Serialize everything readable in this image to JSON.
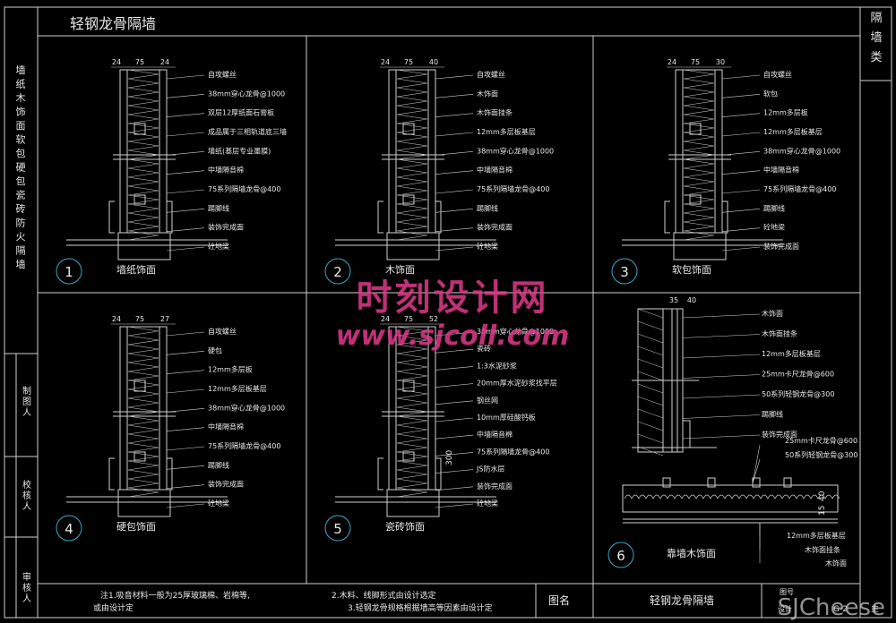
{
  "title": "轻钢龙骨隔墙",
  "category_tab": "隔墙类",
  "side_legend": "墙纸木饰面软包硬包瓷砖防火隔墙",
  "side_labels": [
    "制图人",
    "校核人",
    "审核人"
  ],
  "panels": [
    {
      "num": "1",
      "name": "墙纸饰面",
      "dims": [
        "24",
        "75",
        "24"
      ],
      "labels": [
        "自攻螺丝",
        "38mm穿心龙骨@1000",
        "双层12厚纸面石膏板",
        "成品属于三相轨道底三墙",
        "墙纸(基层专业墨膜)",
        "中墙隔音棉",
        "75系列隔墙龙骨@400",
        "踢脚线",
        "装饰完成面",
        "砼地梁"
      ]
    },
    {
      "num": "2",
      "name": "木饰面",
      "dims": [
        "24",
        "75",
        "40"
      ],
      "labels": [
        "自攻螺丝",
        "木饰面",
        "木饰面挂条",
        "12mm多层板基层",
        "38mm穿心龙骨@1000",
        "中墙隔音棉",
        "75系列隔墙龙骨@400",
        "踢脚线",
        "装饰完成面",
        "砼地梁"
      ]
    },
    {
      "num": "3",
      "name": "软包饰面",
      "dims": [
        "24",
        "75",
        "30"
      ],
      "labels": [
        "自攻螺丝",
        "软包",
        "12mm多层板",
        "12mm多层板基层",
        "38mm穿心龙骨@1000",
        "中墙隔音棉",
        "75系列隔墙龙骨@400",
        "踢脚线",
        "砼地梁",
        "装饰完成面"
      ]
    },
    {
      "num": "4",
      "name": "硬包饰面",
      "dims": [
        "24",
        "75",
        "27"
      ],
      "labels": [
        "自攻螺丝",
        "硬包",
        "12mm多层板",
        "12mm多层板基层",
        "38mm穿心龙骨@1000",
        "中墙隔音棉",
        "75系列隔墙龙骨@400",
        "踢脚线",
        "装饰完成面",
        "砼地梁"
      ]
    },
    {
      "num": "5",
      "name": "瓷砖饰面",
      "dims": [
        "24",
        "75",
        "52"
      ],
      "labels": [
        "38mm穿心龙骨@1000",
        "瓷砖",
        "1:3水泥砂浆",
        "20mm厚水泥砂浆找平层",
        "钢丝网",
        "10mm厚硅酸钙板",
        "中墙隔音棉",
        "75系列隔墙龙骨@400",
        "JS防水层",
        "装饰完成面",
        "砼地梁"
      ]
    },
    {
      "num": "6",
      "name": "靠墙木饰面",
      "dims": [
        "35",
        "40"
      ],
      "labels": [
        "木饰面",
        "木饰面挂条",
        "12mm多层板基层",
        "25mm卡尺龙骨@600",
        "50系列轻钢龙骨@300",
        "踢脚线",
        "装饰完成面",
        "25mm卡尺龙骨@600",
        "50系列轻钢龙骨@300",
        "12mm多层板基层",
        "木饰面挂条",
        "木饰面"
      ]
    }
  ],
  "dim_300": "300",
  "plan_dims": [
    "40",
    "15"
  ],
  "notes": {
    "n1": "注1.吸音材料一般为25厚玻璃棉、岩棉等,",
    "n1b": "或由设计定",
    "n2": "2.木料、线脚形式由设计选定",
    "n3": "3.轻钢龙骨规格根据墙高等因素由设计定"
  },
  "title_block": {
    "label": "图名",
    "name": "轻钢龙骨隔墙",
    "sheet": "图号",
    "design": "设计",
    "code": "G-2",
    "page": "主"
  },
  "watermark": {
    "cn": "时刻设计网",
    "url": "www.sjcoll.com"
  },
  "logo": "SJCheese"
}
